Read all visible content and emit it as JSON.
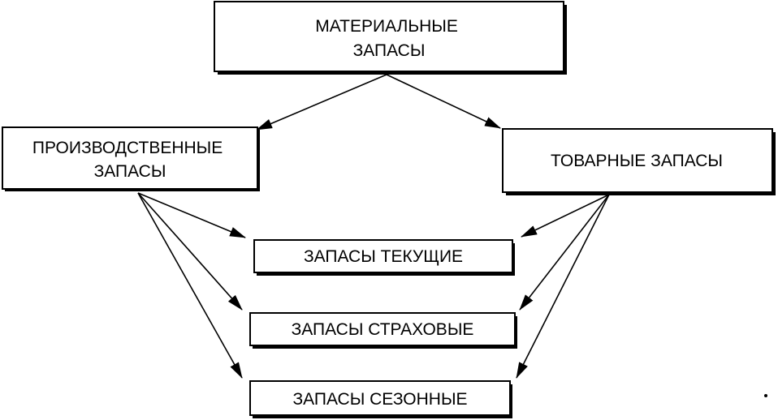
{
  "nodes": {
    "materialnye": {
      "lines": [
        "МАТЕРИАЛЬНЫЕ",
        "ЗАПАСЫ"
      ]
    },
    "proizvodstvennye": {
      "lines": [
        "ПРОИЗВОДСТВЕННЫЕ",
        "ЗАПАСЫ"
      ]
    },
    "tovarnye": {
      "lines": [
        "ТОВАРНЫЕ ЗАПАСЫ"
      ]
    },
    "tekushchie": {
      "lines": [
        "ЗАПАСЫ ТЕКУЩИЕ"
      ]
    },
    "strakhovye": {
      "lines": [
        "ЗАПАСЫ СТРАХОВЫЕ"
      ]
    },
    "sezonnye": {
      "lines": [
        "ЗАПАСЫ СЕЗОННЫЕ"
      ]
    }
  },
  "edges": [
    {
      "from": "materialnye",
      "to": "proizvodstvennye"
    },
    {
      "from": "materialnye",
      "to": "tovarnye"
    },
    {
      "from": "proizvodstvennye",
      "to": "tekushchie"
    },
    {
      "from": "proizvodstvennye",
      "to": "strakhovye"
    },
    {
      "from": "proizvodstvennye",
      "to": "sezonnye"
    },
    {
      "from": "tovarnye",
      "to": "tekushchie"
    },
    {
      "from": "tovarnye",
      "to": "strakhovye"
    },
    {
      "from": "tovarnye",
      "to": "sezonnye"
    }
  ],
  "colors": {
    "stroke": "#000000",
    "fill": "#ffffff"
  }
}
